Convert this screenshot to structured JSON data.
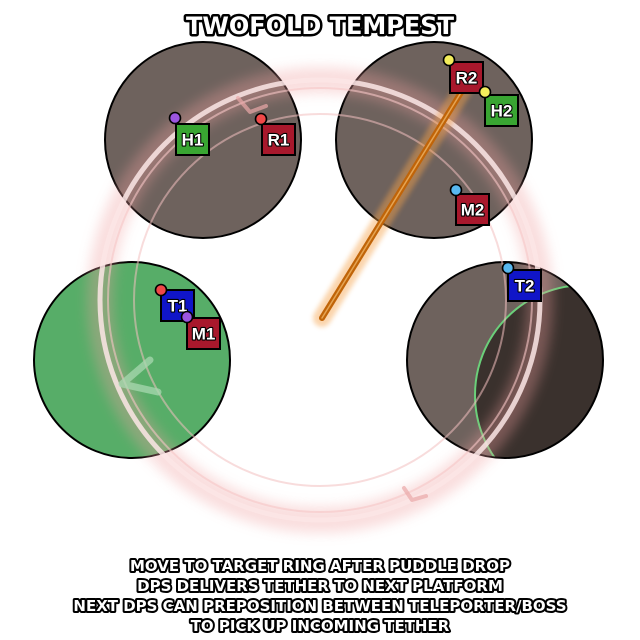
{
  "title": "TWOFOLD TEMPEST",
  "instructions": [
    "MOVE TO TARGET RING AFTER PUDDLE DROP",
    "DPS DELIVERS TETHER TO NEXT PLATFORM",
    "NEXT DPS CAN PREPOSITION BETWEEN TELEPORTER/BOSS",
    "TO PICK UP INCOMING TETHER"
  ],
  "colors": {
    "platform": "#6e625d",
    "platform_target": "#57ad68",
    "platform_dark": "#3a312d",
    "tank": "#1015c8",
    "healer": "#39a532",
    "dps": "#a8182c",
    "ring": "#f2b8b8",
    "tether": "#c06408"
  },
  "players": [
    {
      "id": "h1",
      "label": "H1",
      "role": "healer",
      "dot_color": "#9b55e0"
    },
    {
      "id": "r1",
      "label": "R1",
      "role": "dps",
      "dot_color": "#f04848"
    },
    {
      "id": "r2",
      "label": "R2",
      "role": "dps",
      "dot_color": "#f4ee5c"
    },
    {
      "id": "h2",
      "label": "H2",
      "role": "healer",
      "dot_color": "#f4ee5c"
    },
    {
      "id": "m2",
      "label": "M2",
      "role": "dps",
      "dot_color": "#58b8f0"
    },
    {
      "id": "t1",
      "label": "T1",
      "role": "tank",
      "dot_color": "#f04848"
    },
    {
      "id": "m1",
      "label": "M1",
      "role": "dps",
      "dot_color": "#9b55e0"
    },
    {
      "id": "t2",
      "label": "T2",
      "role": "tank",
      "dot_color": "#58b8f0"
    }
  ]
}
